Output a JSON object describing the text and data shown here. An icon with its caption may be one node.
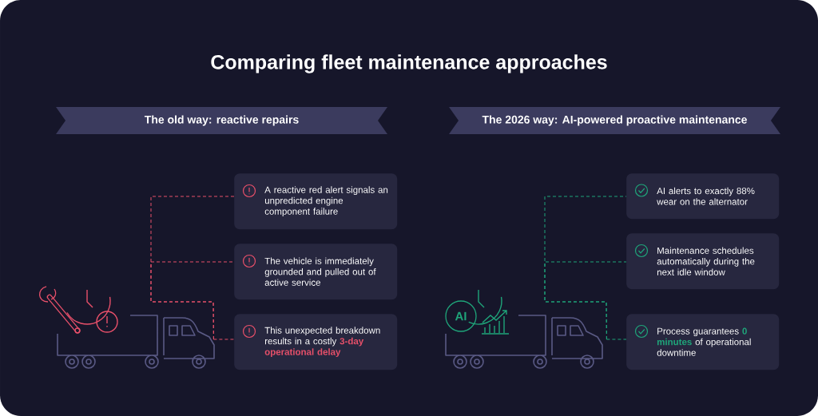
{
  "diagram": {
    "title": "Comparing fleet maintenance approaches",
    "nodes": [
      {
        "text": [
          "The old way: reactive repairs"
        ]
      },
      {
        "text": [
          "A reactive red alert signals an unpredicted engine component failure"
        ]
      },
      {
        "text": [
          "The vehicle is immediately grounded and pulled out of active service"
        ]
      },
      {
        "text": [
          "This unexpected breakdown results in a costly **3-day operational delay**"
        ]
      },
      {
        "text": [],
        "shape": "picture"
      },
      {
        "text": [
          "The 2026 way: AI-powered proactive maintenance"
        ]
      },
      {
        "text": [
          "AI alerts to exactly 88% wear on the alternator"
        ]
      },
      {
        "text": [
          "Maintenance schedules automatically during the next idle window"
        ]
      },
      {
        "text": [
          "Process guarantees **0 minutes** of operational downtime"
        ]
      },
      {
        "text": [],
        "shape": "picture"
      }
    ],
    "edges": [
      {
        "from": 4,
        "to": 1,
        "arrow": "none",
        "style": "dashed",
        "color": "#e8506a"
      },
      {
        "from": 4,
        "to": 2,
        "arrow": "none",
        "style": "dashed",
        "color": "#e8506a"
      },
      {
        "from": 4,
        "to": 3,
        "arrow": "none",
        "style": "dashed",
        "color": "#e8506a"
      },
      {
        "from": 9,
        "to": 6,
        "arrow": "none",
        "style": "dashed",
        "color": "#1fa57a"
      },
      {
        "from": 9,
        "to": 7,
        "arrow": "none",
        "style": "dashed",
        "color": "#1fa57a"
      },
      {
        "from": 9,
        "to": 8,
        "arrow": "none",
        "style": "dashed",
        "color": "#1fa57a"
      }
    ],
    "labels": [
      "AI"
    ]
  }
}
